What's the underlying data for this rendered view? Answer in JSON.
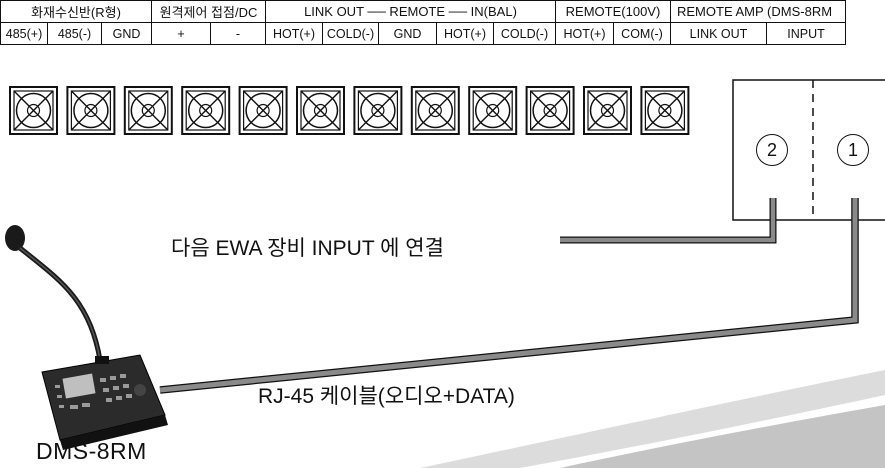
{
  "header": {
    "groups": [
      {
        "label": "화재수신반(R형)",
        "span": 3
      },
      {
        "label": "원격제어 접점/DC",
        "span": 2
      },
      {
        "label": "LINK OUT ── REMOTE ── IN(BAL)",
        "span": 5
      },
      {
        "label": "REMOTE(100V)",
        "span": 2
      },
      {
        "label": "REMOTE AMP (DMS-8RM",
        "span": 2
      }
    ],
    "terminals": [
      "485(+)",
      "485(-)",
      "GND",
      "+",
      "-",
      "HOT(+)",
      "COLD(-)",
      "GND",
      "HOT(+)",
      "COLD(-)",
      "HOT(+)",
      "COM(-)",
      "LINK OUT",
      "INPUT"
    ]
  },
  "ports": {
    "port_2": "2",
    "port_1": "1"
  },
  "labels": {
    "next_device": "다음 EWA 장비 INPUT 에 연결",
    "cable": "RJ-45 케이블(오디오+DATA)",
    "device_name": "DMS-8RM"
  },
  "colors": {
    "cable": "#8a8a8a",
    "line": "#111111",
    "device_body": "#2a2a2a",
    "swoosh": "#c9c9c9"
  },
  "icons": [
    "screw-terminal-icon",
    "microphone-icon",
    "paging-console-icon"
  ]
}
